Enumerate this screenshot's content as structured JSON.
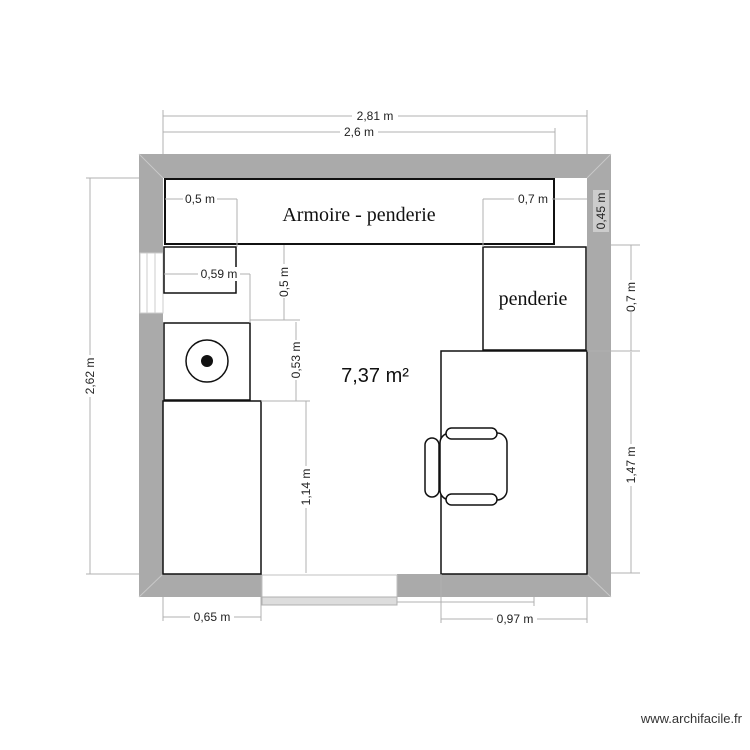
{
  "plan": {
    "room_area": "7,37 m²",
    "colors": {
      "wall": "#aaaaaa",
      "dimension_line": "#b0b0b0",
      "furniture_stroke": "#111111",
      "door_panel": "#dddddd"
    },
    "dimensions": {
      "outer_width": "2,81 m",
      "inner_width": "2,6 m",
      "height_left": "2,62 m",
      "wardrobe_left_offset": "0,5 m",
      "wardrobe_right_offset": "0,7 m",
      "right_gap": "0,45 m",
      "small_cabinet_width": "0,59 m",
      "small_cabinet_height": "0,5 m",
      "washer_height": "0,53 m",
      "left_unit_height": "1,14 m",
      "right_penderie_height": "0,7 m",
      "desk_height": "1,47 m",
      "left_unit_width": "0,65 m",
      "desk_width": "0,97 m"
    },
    "labels": {
      "wardrobe": "Armoire - penderie",
      "penderie": "penderie"
    }
  },
  "footer": {
    "watermark": "www.archifacile.fr"
  }
}
